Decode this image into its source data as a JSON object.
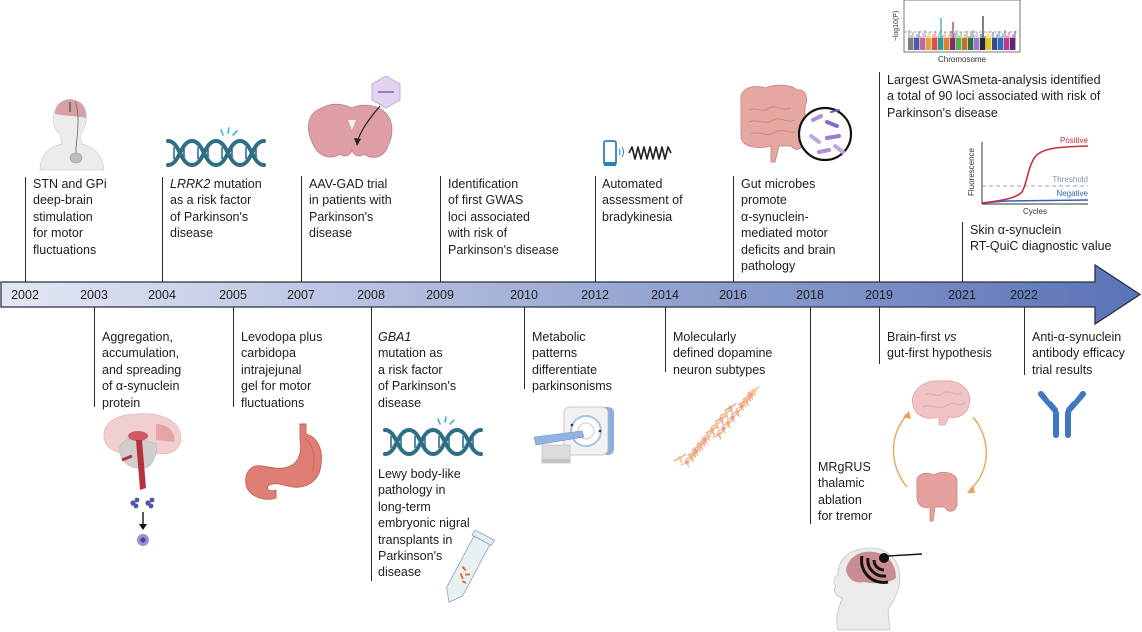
{
  "timeline": {
    "years": [
      "2002",
      "2003",
      "2004",
      "2005",
      "2007",
      "2008",
      "2009",
      "2010",
      "2012",
      "2014",
      "2016",
      "2018",
      "2019",
      "2021",
      "2022"
    ],
    "arrow_colors": {
      "start": "#dfe4f3",
      "end": "#5b74b8",
      "outline": "#2b2f45"
    }
  },
  "events_above": [
    {
      "year": "2002",
      "text": "STN and GPi\ndeep-brain\nstimulation\nfor motor\nfluctuations",
      "icon": "human-dbs-icon"
    },
    {
      "year": "2004",
      "text_italic": "LRRK2",
      "text": " mutation\nas a risk factor\nof Parkinson's\ndisease",
      "icon": "dna-icon"
    },
    {
      "year": "2007",
      "text": "AAV-GAD trial\nin patients with\nParkinson's\ndisease",
      "icon": "brain-aav-icon"
    },
    {
      "year": "2009",
      "text": "Identification\nof first GWAS\nloci associated\nwith risk of\nParkinson's disease"
    },
    {
      "year": "2012",
      "text": "Automated\nassessment of\nbradykinesia",
      "icon": "phone-signal-icon"
    },
    {
      "year": "2016",
      "text": "Gut microbes\npromote\nα-synuclein-\nmediated motor\ndeficits and brain\npathology",
      "icon": "gut-microbes-icon"
    },
    {
      "year": "2019",
      "text": "Largest GWASmeta-analysis identified\na total of 90 loci associated with risk of\nParkinson's disease",
      "icon": "manhattan-plot-icon"
    },
    {
      "year": "2021",
      "text": "Skin α-synuclein\nRT-QuiC diagnostic value",
      "icon": "rtquic-curve-icon"
    }
  ],
  "events_below": [
    {
      "year": "2003",
      "text": "Aggregation,\naccumulation,\nand spreading\nof α-synuclein\nprotein",
      "icon": "brain-synuclein-icon"
    },
    {
      "year": "2005",
      "text": "Levodopa plus\ncarbidopa\nintrajejunal\ngel for motor\nfluctuations",
      "icon": "stomach-icon"
    },
    {
      "year": "2008",
      "text_italic": "GBA1",
      "text": "\nmutation as\na risk factor\nof Parkinson's\ndisease",
      "icon": "dna-icon",
      "text2": "Lewy body-like\npathology in\nlong-term\nembryonic nigral\ntransplants in\nParkinson's\ndisease",
      "icon2": "test-tube-icon"
    },
    {
      "year": "2010",
      "text": "Metabolic\npatterns\ndifferentiate\nparkinsonisms",
      "icon": "pet-scanner-icon"
    },
    {
      "year": "2014",
      "text": "Molecularly\ndefined dopamine\nneuron subtypes",
      "icon": "neurons-icon"
    },
    {
      "year": "2018",
      "text": "MRgRUS\nthalamic\nablation\nfor tremor",
      "icon": "head-ultrasound-icon"
    },
    {
      "year": "2019",
      "text": "Brain-first vs\ngut-first hypothesis",
      "text_vs_italic": "vs",
      "icon": "brain-gut-cycle-icon"
    },
    {
      "year": "2022",
      "text": "Anti-α-synuclein\nantibody efficacy\ntrial results",
      "icon": "antibody-icon"
    }
  ],
  "manhattan_plot": {
    "ylabel": "−log10(P)",
    "xlabel": "Chromosome",
    "chromosome_colors": [
      "#7d7d7d",
      "#4a5aa8",
      "#c0679a",
      "#e0a53a",
      "#d94f4f",
      "#2a9b8f",
      "#e07f2e",
      "#8a2a6a",
      "#4fb34f",
      "#c0702a",
      "#2e6e4f",
      "#9b7ad0",
      "#2a2a2a",
      "#e6c52a",
      "#3a4a8a",
      "#2a6fb8",
      "#c03a8a",
      "#5a2a7a"
    ]
  },
  "rtquic_plot": {
    "ylabel": "Fluorescence",
    "xlabel": "Cycles",
    "labels": {
      "positive": "Positive",
      "threshold": "Threshold",
      "negative": "Negative"
    },
    "colors": {
      "positive": "#c8303c",
      "threshold": "#7f93a8",
      "negative": "#2d66b0"
    }
  }
}
